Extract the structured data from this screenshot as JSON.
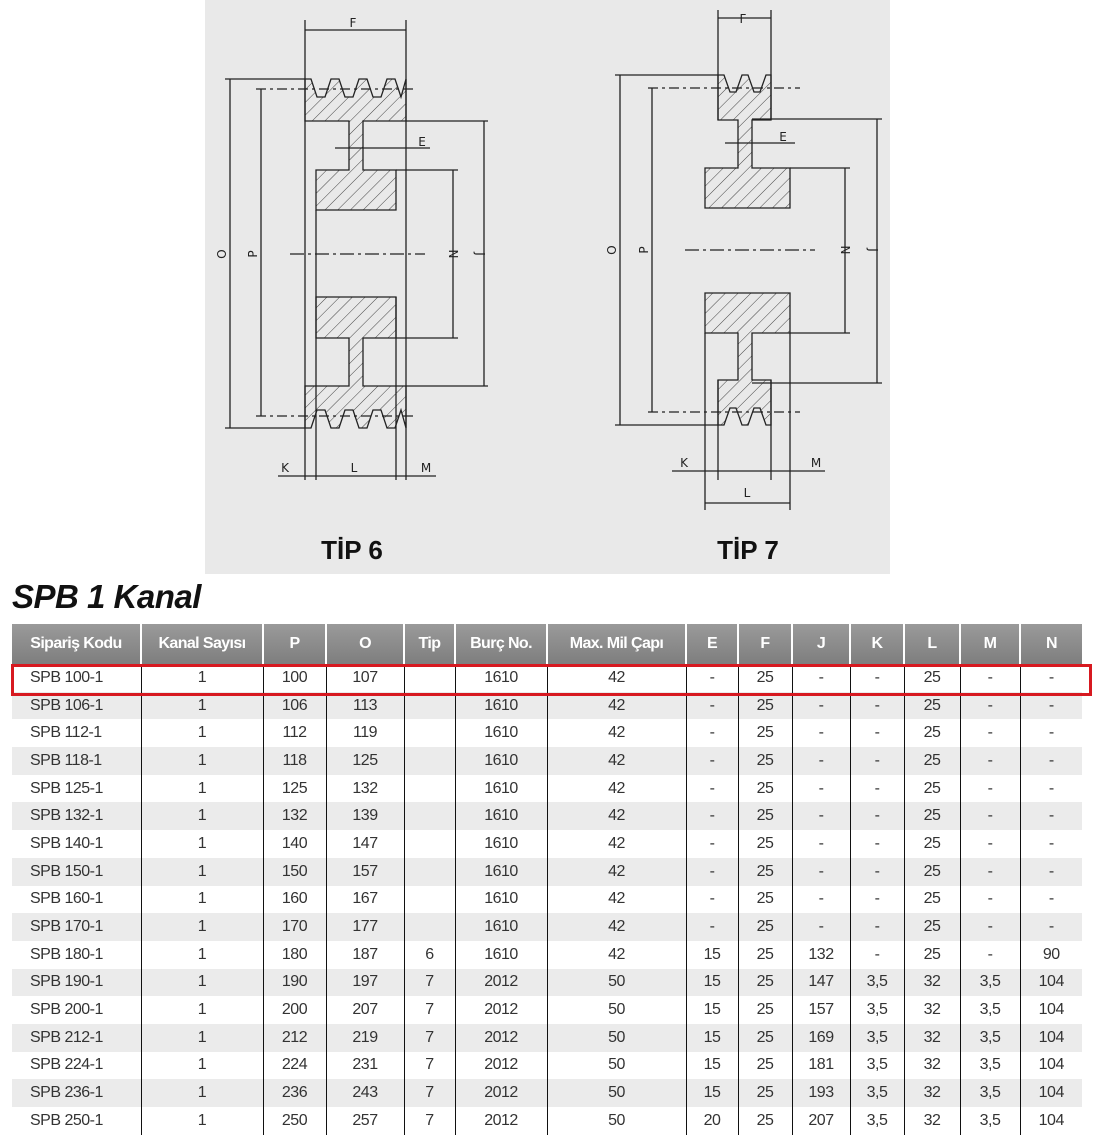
{
  "drawings": {
    "tip6": {
      "caption": "TİP 6",
      "labels": {
        "F": "F",
        "E": "E",
        "O": "O",
        "P": "P",
        "N": "N",
        "J": "J",
        "K": "K",
        "L": "L",
        "M": "M"
      }
    },
    "tip7": {
      "caption": "TİP 7",
      "labels": {
        "F": "F",
        "E": "E",
        "O": "O",
        "P": "P",
        "N": "N",
        "J": "J",
        "K": "K",
        "L": "L",
        "M": "M"
      }
    }
  },
  "section_title": "SPB 1 Kanal",
  "table": {
    "columns": [
      "Sipariş Kodu",
      "Kanal Sayısı",
      "P",
      "O",
      "Tip",
      "Burç No.",
      "Max. Mil Çapı",
      "E",
      "F",
      "J",
      "K",
      "L",
      "M",
      "N"
    ],
    "highlighted_row": 0,
    "highlight_color": "#d71920",
    "rows": [
      [
        "SPB 100-1",
        "1",
        "100",
        "107",
        "",
        "1610",
        "42",
        "-",
        "25",
        "-",
        "-",
        "25",
        "-",
        "-"
      ],
      [
        "SPB 106-1",
        "1",
        "106",
        "113",
        "",
        "1610",
        "42",
        "-",
        "25",
        "-",
        "-",
        "25",
        "-",
        "-"
      ],
      [
        "SPB 112-1",
        "1",
        "112",
        "119",
        "",
        "1610",
        "42",
        "-",
        "25",
        "-",
        "-",
        "25",
        "-",
        "-"
      ],
      [
        "SPB 118-1",
        "1",
        "118",
        "125",
        "",
        "1610",
        "42",
        "-",
        "25",
        "-",
        "-",
        "25",
        "-",
        "-"
      ],
      [
        "SPB 125-1",
        "1",
        "125",
        "132",
        "",
        "1610",
        "42",
        "-",
        "25",
        "-",
        "-",
        "25",
        "-",
        "-"
      ],
      [
        "SPB 132-1",
        "1",
        "132",
        "139",
        "",
        "1610",
        "42",
        "-",
        "25",
        "-",
        "-",
        "25",
        "-",
        "-"
      ],
      [
        "SPB 140-1",
        "1",
        "140",
        "147",
        "",
        "1610",
        "42",
        "-",
        "25",
        "-",
        "-",
        "25",
        "-",
        "-"
      ],
      [
        "SPB 150-1",
        "1",
        "150",
        "157",
        "",
        "1610",
        "42",
        "-",
        "25",
        "-",
        "-",
        "25",
        "-",
        "-"
      ],
      [
        "SPB 160-1",
        "1",
        "160",
        "167",
        "",
        "1610",
        "42",
        "-",
        "25",
        "-",
        "-",
        "25",
        "-",
        "-"
      ],
      [
        "SPB 170-1",
        "1",
        "170",
        "177",
        "",
        "1610",
        "42",
        "-",
        "25",
        "-",
        "-",
        "25",
        "-",
        "-"
      ],
      [
        "SPB 180-1",
        "1",
        "180",
        "187",
        "6",
        "1610",
        "42",
        "15",
        "25",
        "132",
        "-",
        "25",
        "-",
        "90"
      ],
      [
        "SPB 190-1",
        "1",
        "190",
        "197",
        "7",
        "2012",
        "50",
        "15",
        "25",
        "147",
        "3,5",
        "32",
        "3,5",
        "104"
      ],
      [
        "SPB 200-1",
        "1",
        "200",
        "207",
        "7",
        "2012",
        "50",
        "15",
        "25",
        "157",
        "3,5",
        "32",
        "3,5",
        "104"
      ],
      [
        "SPB 212-1",
        "1",
        "212",
        "219",
        "7",
        "2012",
        "50",
        "15",
        "25",
        "169",
        "3,5",
        "32",
        "3,5",
        "104"
      ],
      [
        "SPB 224-1",
        "1",
        "224",
        "231",
        "7",
        "2012",
        "50",
        "15",
        "25",
        "181",
        "3,5",
        "32",
        "3,5",
        "104"
      ],
      [
        "SPB 236-1",
        "1",
        "236",
        "243",
        "7",
        "2012",
        "50",
        "15",
        "25",
        "193",
        "3,5",
        "32",
        "3,5",
        "104"
      ],
      [
        "SPB 250-1",
        "1",
        "250",
        "257",
        "7",
        "2012",
        "50",
        "20",
        "25",
        "207",
        "3,5",
        "32",
        "3,5",
        "104"
      ]
    ]
  }
}
